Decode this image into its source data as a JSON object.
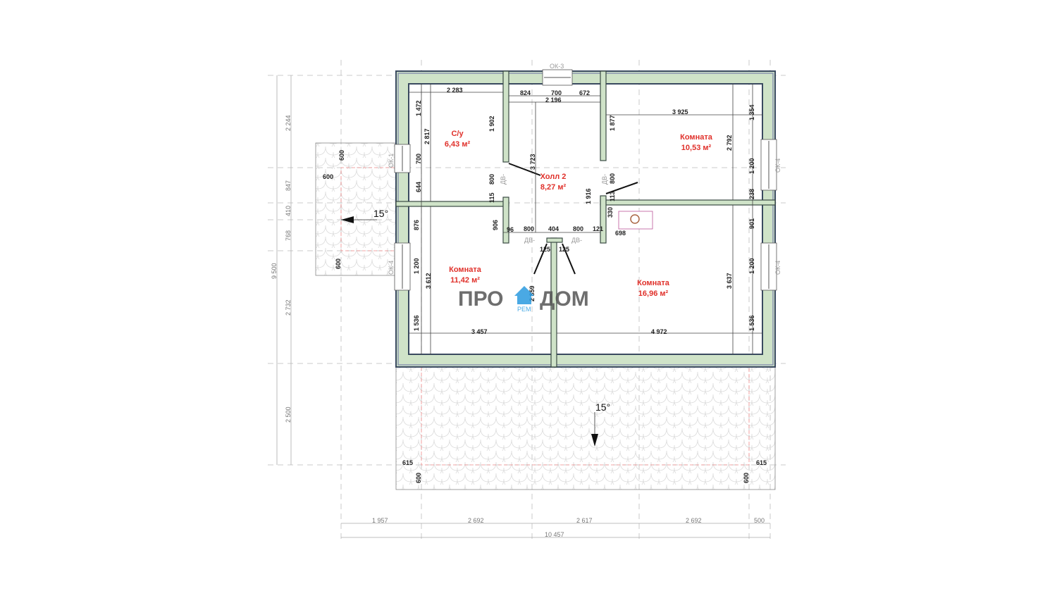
{
  "rooms": {
    "bath": {
      "name": "С/у",
      "area": "6,43 м²"
    },
    "hall": {
      "name": "Холл 2",
      "area": "8,27 м²"
    },
    "room_ne": {
      "name": "Комната",
      "area": "10,53 м²"
    },
    "room_sw": {
      "name": "Комната",
      "area": "11,42 м²"
    },
    "room_se": {
      "name": "Комната",
      "area": "16,96 м²"
    }
  },
  "windows": {
    "top": "ОК-3",
    "left_1": "ОК-1",
    "left_4": "ОК-4",
    "right_4a": "ОК-4",
    "right_4b": "ОК-4"
  },
  "doors": {
    "d1": "ДВ-",
    "d2": "ДВ-",
    "d3": "ДВ-",
    "d4": "ДВ-"
  },
  "slopes": {
    "porch": "15°",
    "terrace": "15°"
  },
  "dims_inner": [
    "2 283",
    "824",
    "700",
    "672",
    "2 196",
    "3 925",
    "1 472",
    "2 817",
    "700",
    "644",
    "1 902",
    "800",
    "115",
    "3 723",
    "1 916",
    "800",
    "113",
    "1 877",
    "1 354",
    "2 792",
    "1 200",
    "238",
    "876",
    "1 200",
    "3 612",
    "1 536",
    "906",
    "96",
    "800",
    "404",
    "800",
    "121",
    "125",
    "125",
    "330",
    "698",
    "2 859",
    "3 457",
    "4 972",
    "3 637",
    "901",
    "1 200",
    "1 536"
  ],
  "dims_porch": [
    "600",
    "600",
    "600"
  ],
  "dims_terrace": [
    "615",
    "615",
    "600",
    "600"
  ],
  "dims_left": [
    "2 244",
    "847",
    "410",
    "768",
    "2 732",
    "2 500",
    "9 500"
  ],
  "dims_bottom": [
    "1 957",
    "2 692",
    "2 617",
    "2 692",
    "500",
    "10 457"
  ],
  "watermark": {
    "text_left": "ПРО",
    "text_right": "ДОМ",
    "sub": "РЕМ"
  },
  "colors": {
    "wall": "#cfe3c8",
    "room_label": "#e0302a",
    "watermark": "#555555",
    "logo": "#2b9be0"
  }
}
